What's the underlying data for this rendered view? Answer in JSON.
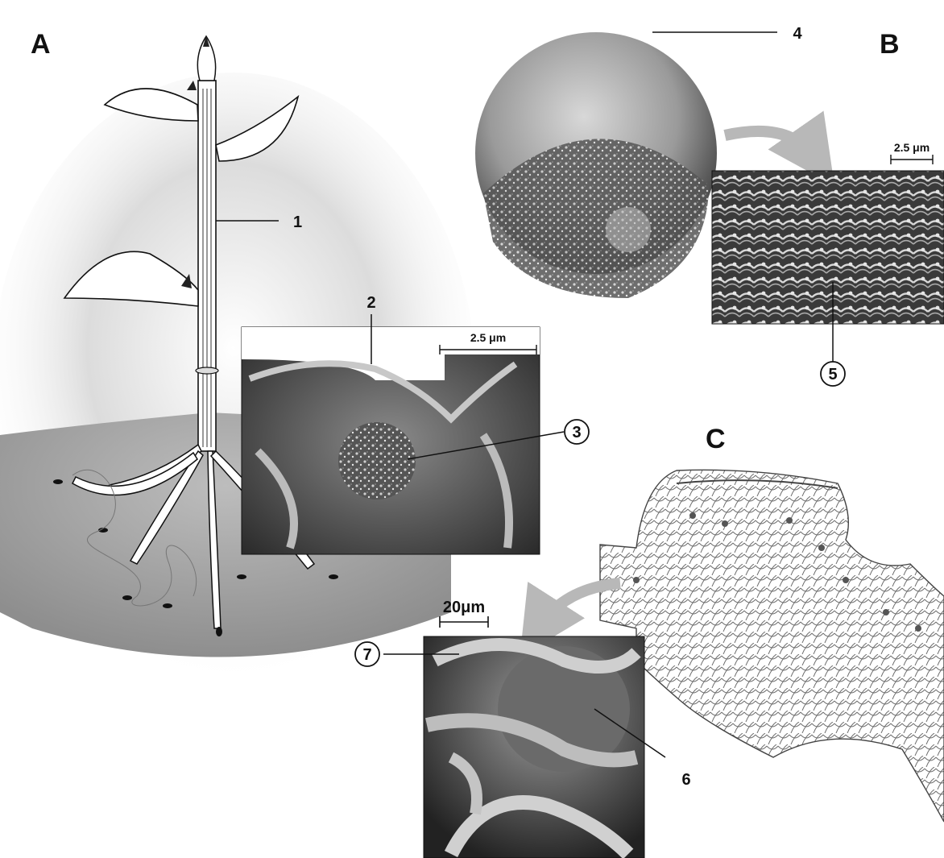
{
  "panels": {
    "a": {
      "letter": "A"
    },
    "b": {
      "letter": "B"
    },
    "c": {
      "letter": "C"
    }
  },
  "labels": {
    "l1": "1",
    "l2": "2",
    "l3": "3",
    "l4": "4",
    "l5": "5",
    "l6": "6",
    "l7": "7"
  },
  "scale_bars": {
    "sem_a": "2.5 μm",
    "sem_b": "2.5 μm",
    "sem_c": "20μm"
  },
  "colors": {
    "ink": "#111111",
    "arrow": "#b8b8b8"
  }
}
